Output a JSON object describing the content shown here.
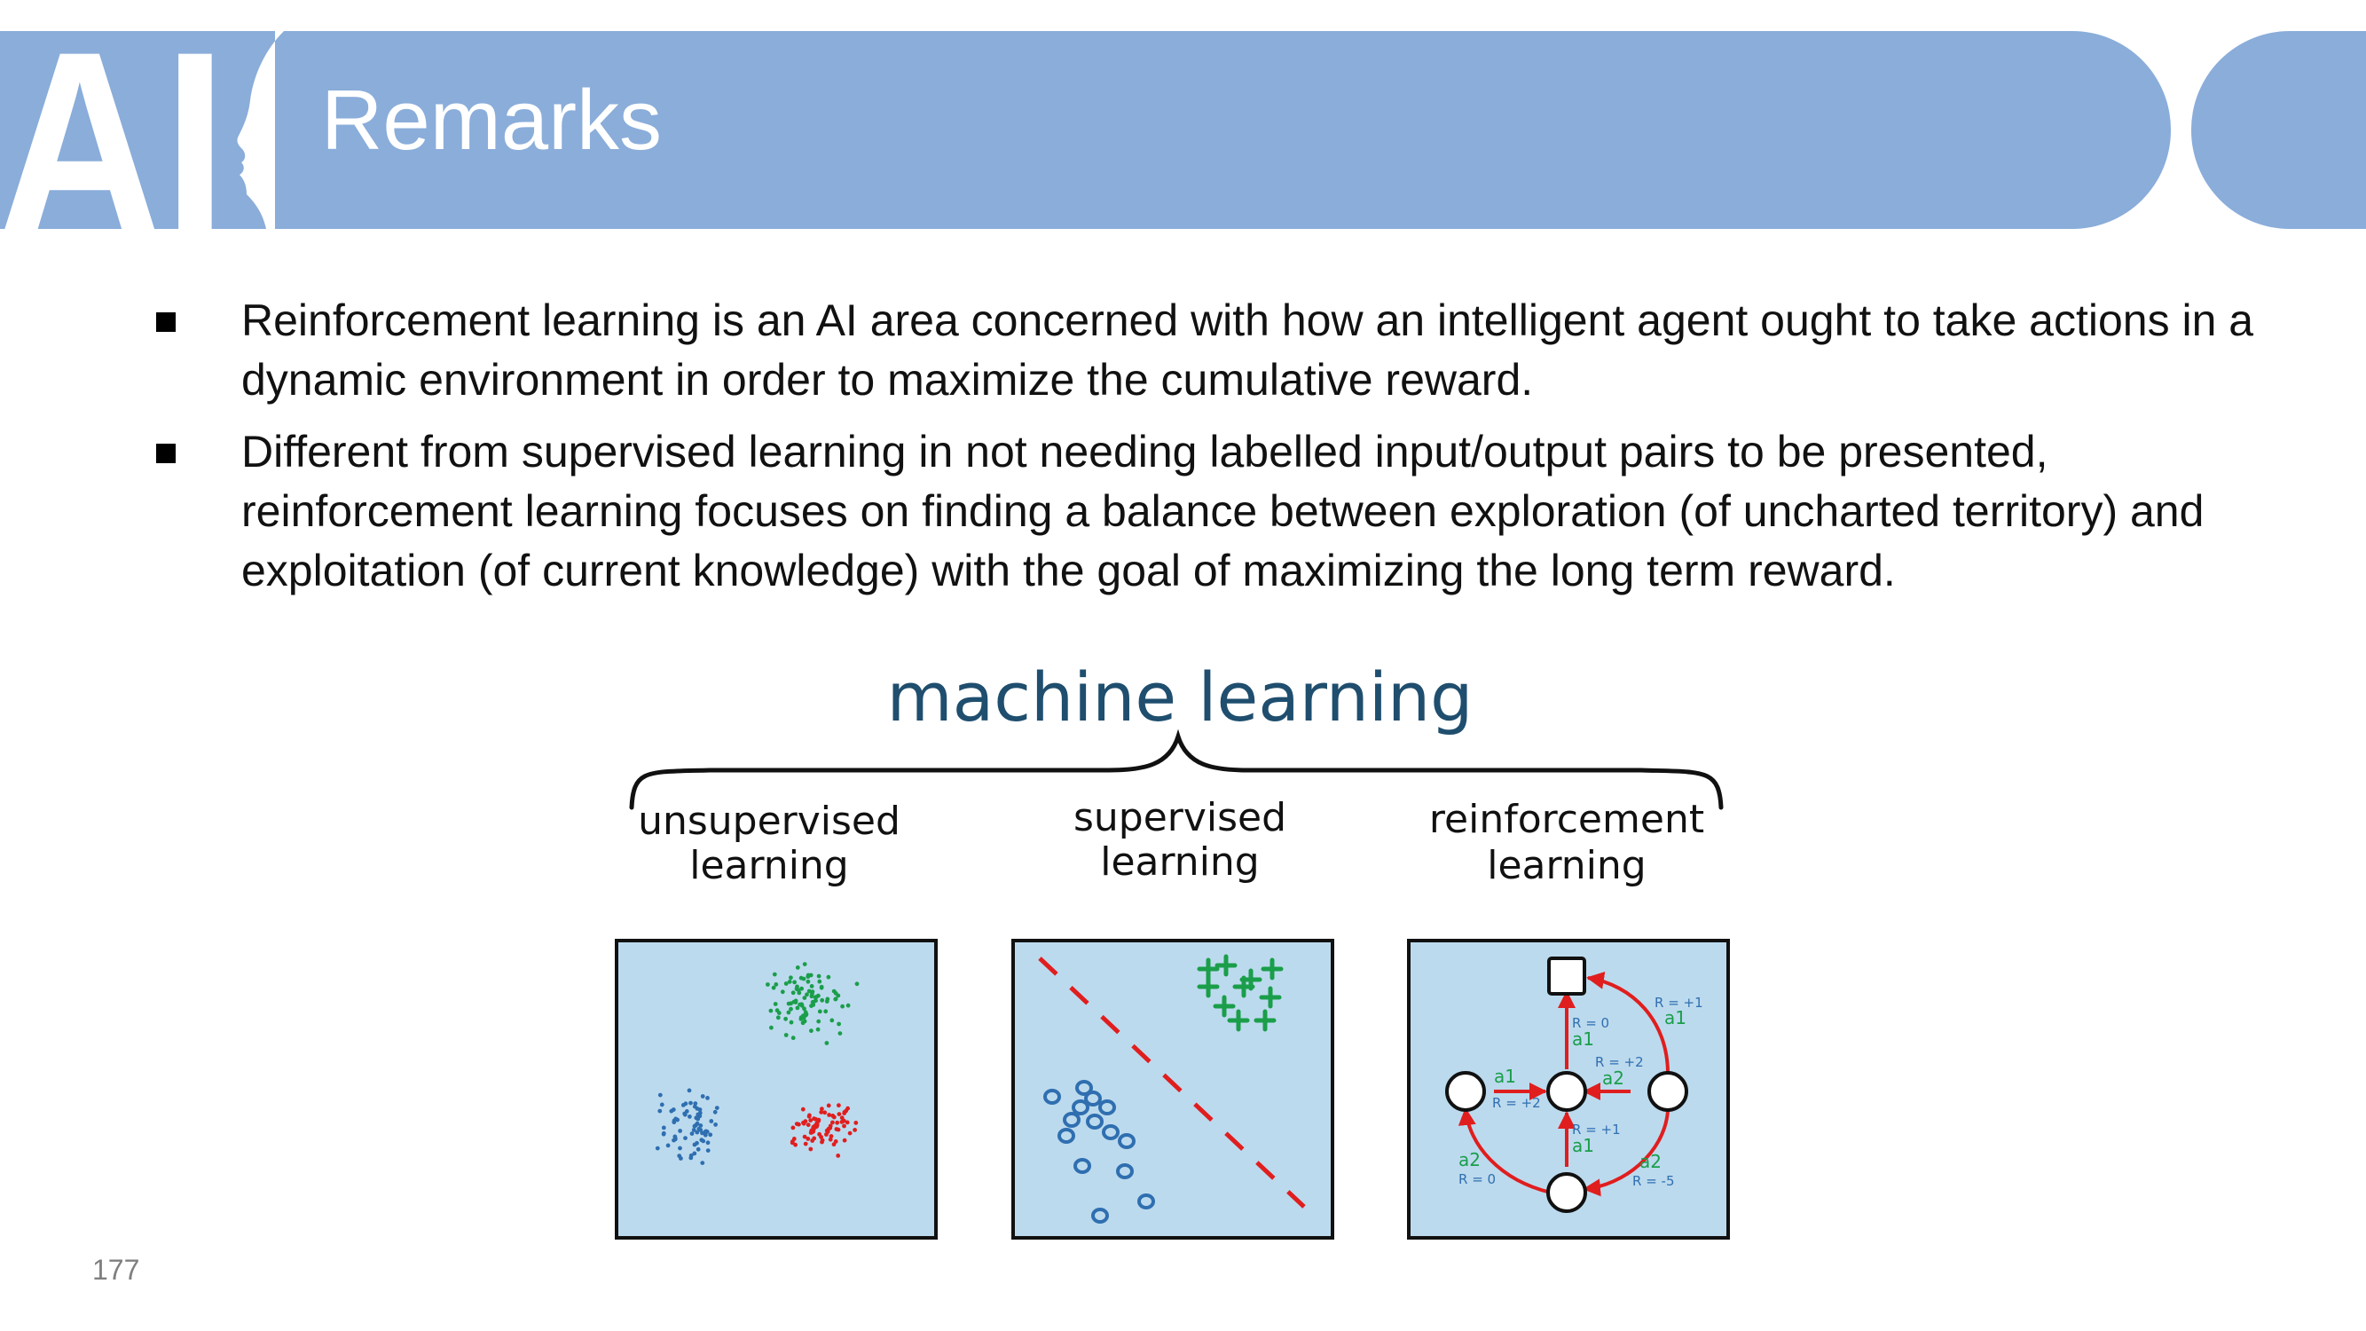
{
  "header": {
    "logo_text": "AI",
    "title": "Remarks",
    "band_color": "#8aadda"
  },
  "bullets": [
    "Reinforcement learning is an AI area concerned with how an intelligent agent ought to take actions in a dynamic environment in order to maximize the cumulative reward.",
    "Different from supervised learning in not needing labelled input/output pairs to be presented, reinforcement learning focuses on finding a balance between exploration (of uncharted territory) and exploitation (of current knowledge) with the goal of maximizing the long term reward."
  ],
  "figure": {
    "title": "machine learning",
    "categories": [
      {
        "line1": "unsupervised",
        "line2": "learning"
      },
      {
        "line1": "supervised",
        "line2": "learning"
      },
      {
        "line1": "reinforcement",
        "line2": "learning"
      }
    ],
    "rl_labels": {
      "r_top_right": "R = +1",
      "a_top_right": "a1",
      "r_up": "R = 0",
      "a_up": "a1",
      "r_center_right": "R = +2",
      "a_center_right": "a2",
      "a_left": "a1",
      "r_left": "R = +2",
      "r_down": "R = +1",
      "a_down": "a1",
      "a_bottom_left": "a2",
      "r_bottom_left": "R = 0",
      "a_bottom_right": "a2",
      "r_bottom_right": "R = -5"
    },
    "colors": {
      "panel": "#bcdaee",
      "ink_title": "#1f4e6e",
      "green": "#1a9e4a",
      "blue": "#2f6fb0",
      "red": "#e01e1e"
    }
  },
  "page_number": "177"
}
